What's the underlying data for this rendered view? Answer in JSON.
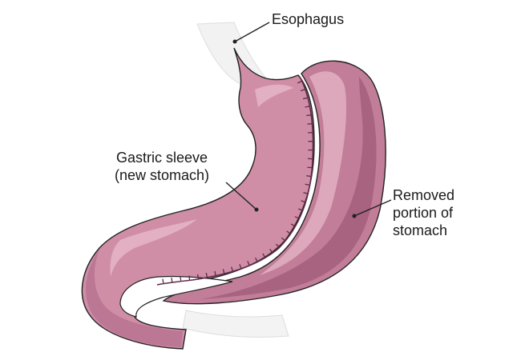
{
  "labels": {
    "esophagus": "Esophagus",
    "gastric_sleeve": [
      "Gastric sleeve",
      "(new stomach)"
    ],
    "removed_portion": [
      "Removed",
      "portion of",
      "stomach"
    ]
  },
  "colors": {
    "sleeve_fill": "#cf8ea6",
    "sleeve_shadow": "#b97392",
    "sleeve_highlight": "#e6b9c9",
    "removed_fill": "#c27d98",
    "removed_dark": "#9e5b78",
    "removed_light": "#e3b3c5",
    "staple_line": "#5e2c4a",
    "esophagus_grey": "#eeeeee",
    "outline": "#222222"
  }
}
